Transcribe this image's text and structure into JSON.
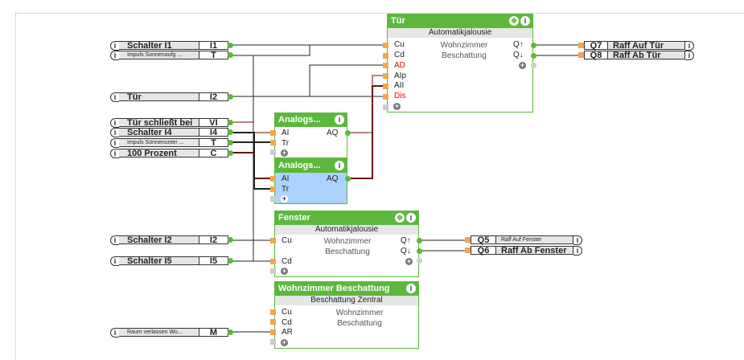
{
  "inputs": [
    {
      "name": "Schalter I1",
      "code": "I1",
      "small": false
    },
    {
      "name": "Impuls Sonnenaufg ...",
      "code": "T",
      "small": true
    },
    {
      "name": "Tür",
      "code": "I2",
      "small": false
    },
    {
      "name": "Tür schließt bei",
      "code": "VI",
      "small": false
    },
    {
      "name": "Schalter I4",
      "code": "I4",
      "small": false
    },
    {
      "name": "Impuls Sonnenunter ...",
      "code": "T",
      "small": true
    },
    {
      "name": "100 Prozent",
      "code": "C",
      "small": false
    },
    {
      "name": "Schalter I2",
      "code": "I2",
      "small": false
    },
    {
      "name": "Schalter I5",
      "code": "I5",
      "small": false
    },
    {
      "name": "Raum verlassen Wo...",
      "code": "M",
      "small": true
    }
  ],
  "outputs": [
    {
      "code": "Q7",
      "name": "Raff Auf Tür",
      "small": false
    },
    {
      "code": "Q8",
      "name": "Raff Ab Tür",
      "small": false
    },
    {
      "code": "Q5",
      "name": "Raff Auf Fenster",
      "small": true
    },
    {
      "code": "Q6",
      "name": "Raff Ab Fenster",
      "small": false
    }
  ],
  "icons": {
    "info": "i",
    "move": "✥",
    "plus": "+"
  },
  "blocks": {
    "tuer": {
      "title": "Tür",
      "type": "Automatikjalousie",
      "inputs": [
        "Cu",
        "Cd",
        "AD",
        "AIp",
        "AII",
        "Dis"
      ],
      "outputs": [
        "Q↑",
        "Q↓"
      ],
      "desc": [
        "Wohnzimmer",
        "Beschattung"
      ]
    },
    "analog1": {
      "title": "Analogs...",
      "inputs": [
        "AI",
        "Tr"
      ],
      "output": "AQ"
    },
    "analog2": {
      "title": "Analogs...",
      "inputs": [
        "AI",
        "Tr"
      ],
      "output": "AQ"
    },
    "fenster": {
      "title": "Fenster",
      "type": "Automatikjalousie",
      "inputs": [
        "Cu",
        "Cd"
      ],
      "outputs": [
        "Q↑",
        "Q↓"
      ],
      "desc": [
        "Wohnzimmer",
        "Beschattung"
      ]
    },
    "wohnzimmer": {
      "title": "Wohnzimmer Beschattung",
      "type": "Beschattung Zentral",
      "inputs": [
        "Cu",
        "Cd",
        "AR"
      ],
      "desc": [
        "Wohnzimmer",
        "Beschattung"
      ]
    }
  },
  "colors": {
    "block_green": "#5cb83d",
    "wire_dark": "#222222",
    "wire_analog": "#6b0f0f",
    "pin_orange": "#f4a64b",
    "selected": "#acd3ff"
  }
}
